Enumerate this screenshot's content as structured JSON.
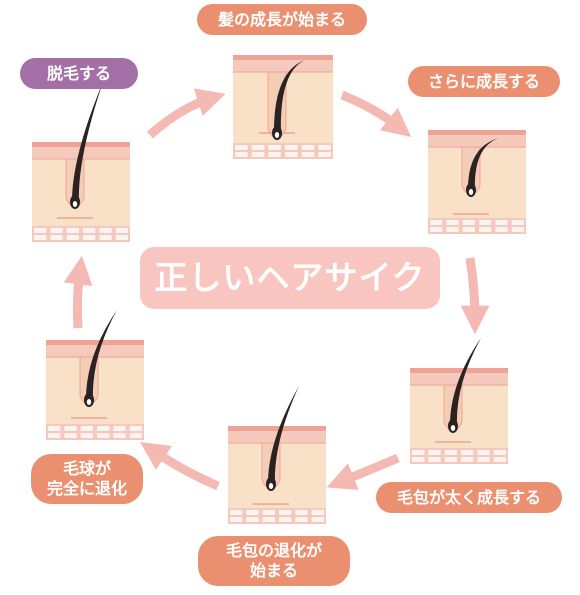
{
  "title": "正しいヘアサイクル",
  "stages": [
    {
      "label": "髪の成長が始まる",
      "color": "#ea9071"
    },
    {
      "label": "さらに成長する",
      "color": "#ea9071"
    },
    {
      "label": "毛包が太く成長する",
      "color": "#ea9071"
    },
    {
      "label": "毛包の退化が\n始まる",
      "color": "#ea9071"
    },
    {
      "label": "毛球が\n完全に退化",
      "color": "#ea9071"
    },
    {
      "label": "脱毛する",
      "color": "#a46ea6"
    }
  ],
  "colors": {
    "arrow": "#f5b9b3",
    "skin_top": "#f0a394",
    "skin_band": "#f6c9bd",
    "dermis": "#f8e1c6",
    "cells": "#f4b9ac",
    "hair": "#2b2322",
    "bulb": "#ffffff"
  }
}
